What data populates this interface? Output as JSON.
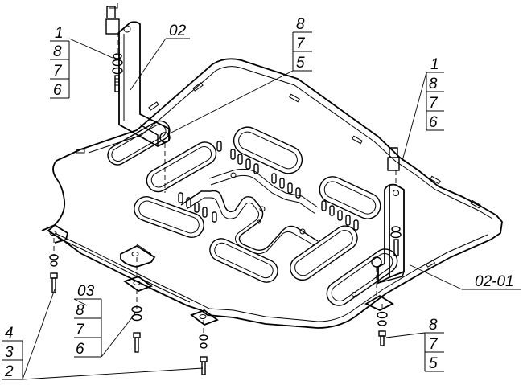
{
  "callouts": {
    "top_left": [
      "1",
      "8",
      "7",
      "6"
    ],
    "part_02": "02",
    "top_center": [
      "8",
      "7",
      "5"
    ],
    "right": [
      "1",
      "8",
      "7",
      "6"
    ],
    "part_02_01": "02-01",
    "part_03": [
      "03",
      "8",
      "7",
      "6"
    ],
    "bottom_left": [
      "4",
      "3",
      "2"
    ],
    "bottom_right": [
      "8",
      "7",
      "5"
    ]
  }
}
